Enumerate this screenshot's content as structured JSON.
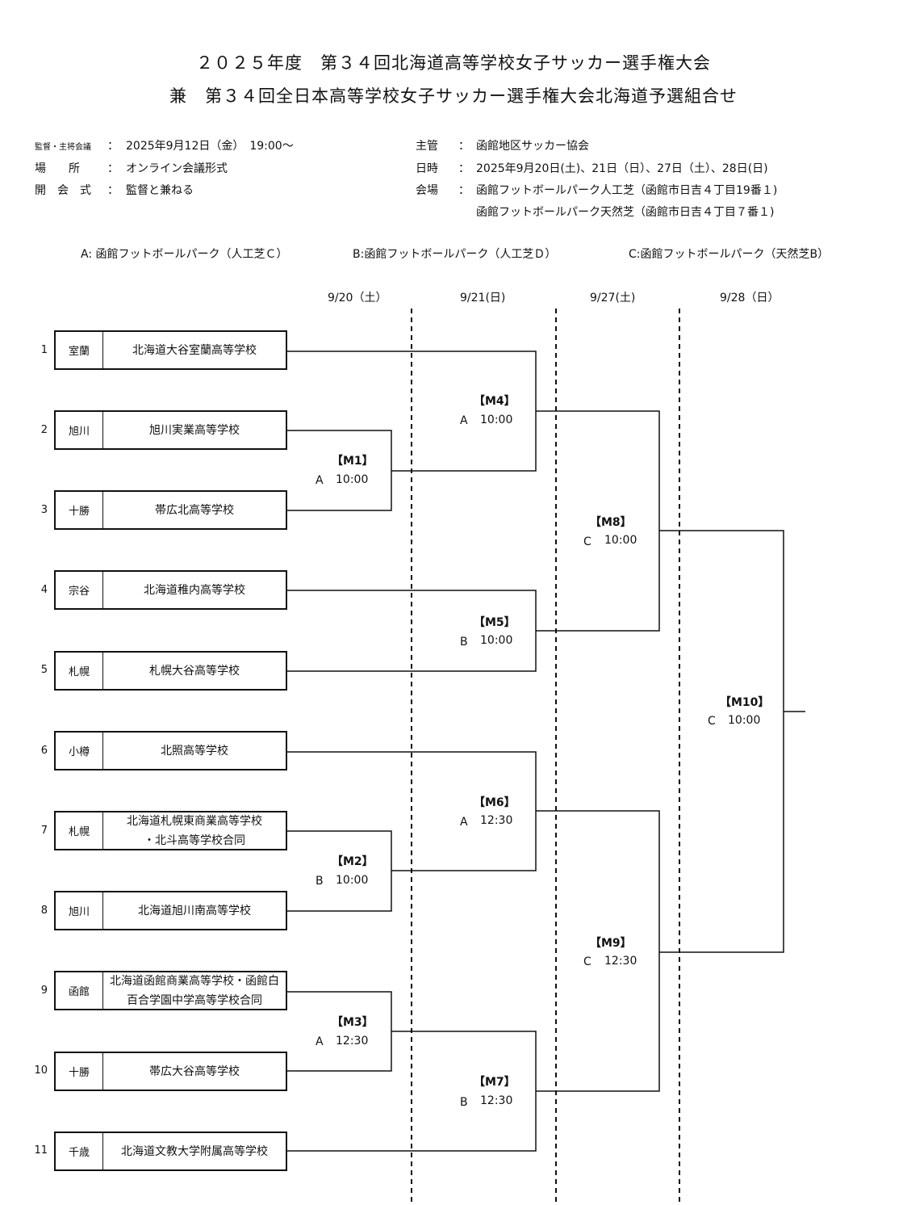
{
  "title": {
    "line1": "２０２５年度　第３４回北海道高等学校女子サッカー選手権大会",
    "line2": "兼　第３４回全日本高等学校女子サッカー選手権大会北海道予選組合せ"
  },
  "info_left": {
    "meeting_label": "監督・主将会議",
    "meeting_sep": "：",
    "meeting_value": "2025年9月12日（金）　19:00～",
    "place_label": "場　　所",
    "place_sep": "：",
    "place_value": "オンライン会議形式",
    "ceremony_label": "開　会　式",
    "ceremony_sep": "：",
    "ceremony_value": "監督と兼ねる"
  },
  "info_right": {
    "organizer_label": "主管",
    "organizer_sep": "：",
    "organizer_value": "函館地区サッカー協会",
    "dates_label": "日時",
    "dates_sep": "：",
    "dates_value": "2025年9月20日(土)、21日（日）、27日（土）、28日(日)",
    "venue_label": "会場",
    "venue_sep": "：",
    "venue_value1": "函館フットボールパーク人工芝（函館市日吉４丁目19番１)",
    "venue_value2": "函館フットボールパーク天然芝（函館市日吉４丁目７番１)"
  },
  "venue_legend": {
    "a": "A: 函館フットボールパーク（人工芝Ｃ）",
    "b": "B:函館フットボールパーク（人工芝Ｄ）",
    "c": "C:函館フットボールパーク（天然芝B）"
  },
  "dates": [
    "9/20（土）",
    "9/21(日)",
    "9/27(土)",
    "9/28（日）"
  ],
  "teams": [
    {
      "seed": "1",
      "region": "室蘭",
      "school1": "北海道大谷室蘭高等学校",
      "school2": ""
    },
    {
      "seed": "2",
      "region": "旭川",
      "school1": "旭川実業高等学校",
      "school2": ""
    },
    {
      "seed": "3",
      "region": "十勝",
      "school1": "帯広北高等学校",
      "school2": ""
    },
    {
      "seed": "4",
      "region": "宗谷",
      "school1": "北海道稚内高等学校",
      "school2": ""
    },
    {
      "seed": "5",
      "region": "札幌",
      "school1": "札幌大谷高等学校",
      "school2": ""
    },
    {
      "seed": "6",
      "region": "小樽",
      "school1": "北照高等学校",
      "school2": ""
    },
    {
      "seed": "7",
      "region": "札幌",
      "school1": "北海道札幌東商業高等学校",
      "school2": "・北斗高等学校合同"
    },
    {
      "seed": "8",
      "region": "旭川",
      "school1": "北海道旭川南高等学校",
      "school2": ""
    },
    {
      "seed": "9",
      "region": "函館",
      "school1": "北海道函館商業高等学校・函館白",
      "school2": "百合学園中学高等学校合同"
    },
    {
      "seed": "10",
      "region": "十勝",
      "school1": "帯広大谷高等学校",
      "school2": ""
    },
    {
      "seed": "11",
      "region": "千歳",
      "school1": "北海道文教大学附属高等学校",
      "school2": ""
    }
  ],
  "matches": {
    "m1": {
      "id": "【M1】",
      "venue": "A",
      "time": "10:00"
    },
    "m2": {
      "id": "【M2】",
      "venue": "B",
      "time": "10:00"
    },
    "m3": {
      "id": "【M3】",
      "venue": "A",
      "time": "12:30"
    },
    "m4": {
      "id": "【M4】",
      "venue": "A",
      "time": "10:00"
    },
    "m5": {
      "id": "【M5】",
      "venue": "B",
      "time": "10:00"
    },
    "m6": {
      "id": "【M6】",
      "venue": "A",
      "time": "12:30"
    },
    "m7": {
      "id": "【M7】",
      "venue": "B",
      "time": "12:30"
    },
    "m8": {
      "id": "【M8】",
      "venue": "C",
      "time": "10:00"
    },
    "m9": {
      "id": "【M9】",
      "venue": "C",
      "time": "12:30"
    },
    "m10": {
      "id": "【M10】",
      "venue": "C",
      "time": "10:00"
    }
  }
}
